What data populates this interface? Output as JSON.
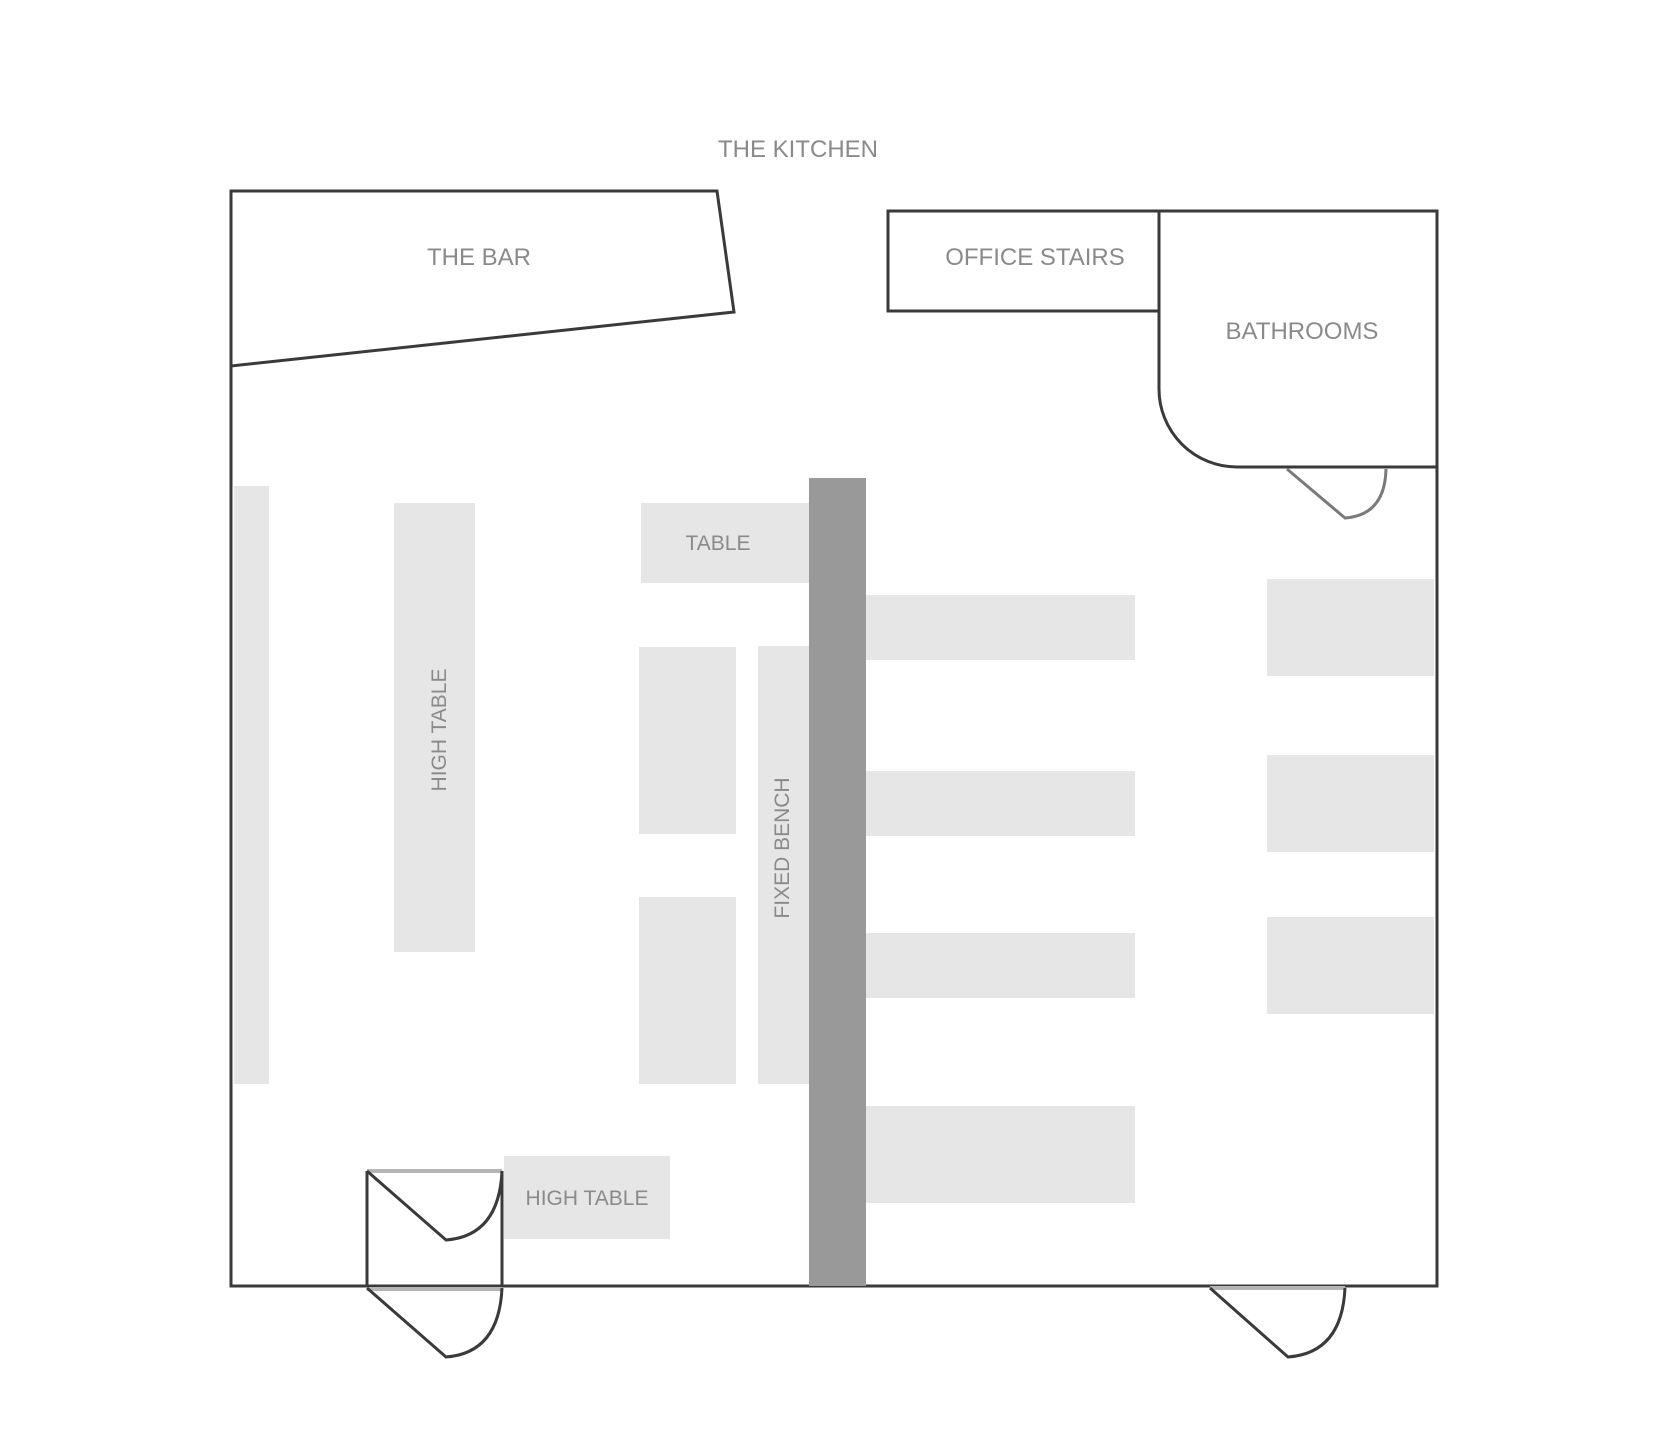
{
  "labels": {
    "kitchen": "THE KITCHEN",
    "bar": "THE BAR",
    "office_stairs": "OFFICE STAIRS",
    "bathrooms": "BATHROOMS",
    "table": "TABLE",
    "high_table_vertical": "HIGH TABLE",
    "fixed_bench": "FIXED BENCH",
    "high_table_bottom": "HIGH TABLE"
  },
  "colors": {
    "wall": "#3a3a3a",
    "furniture": "#e6e6e6",
    "fixed_bench": "#999999",
    "label": "#8a8a8a",
    "threshold": "#b5b5b5"
  }
}
